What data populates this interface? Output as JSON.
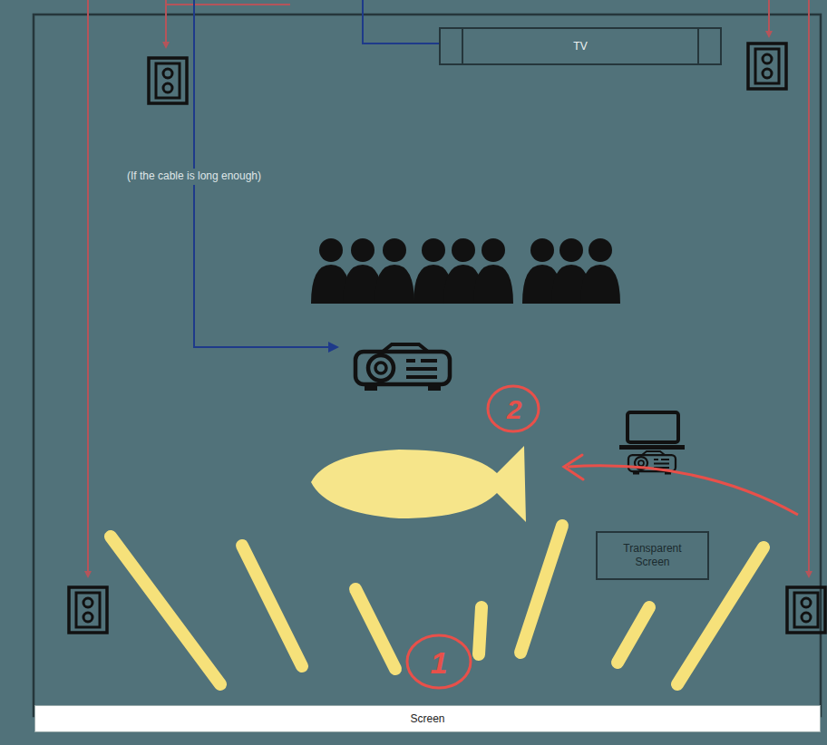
{
  "diagram": {
    "nodes": [
      {
        "text": [
          "TV"
        ]
      },
      {
        "text": [
          "Transparent Screen"
        ]
      },
      {
        "text": [
          "Screen"
        ]
      }
    ],
    "labels": [
      "(If the cable is long enough)",
      "2",
      "1"
    ]
  }
}
